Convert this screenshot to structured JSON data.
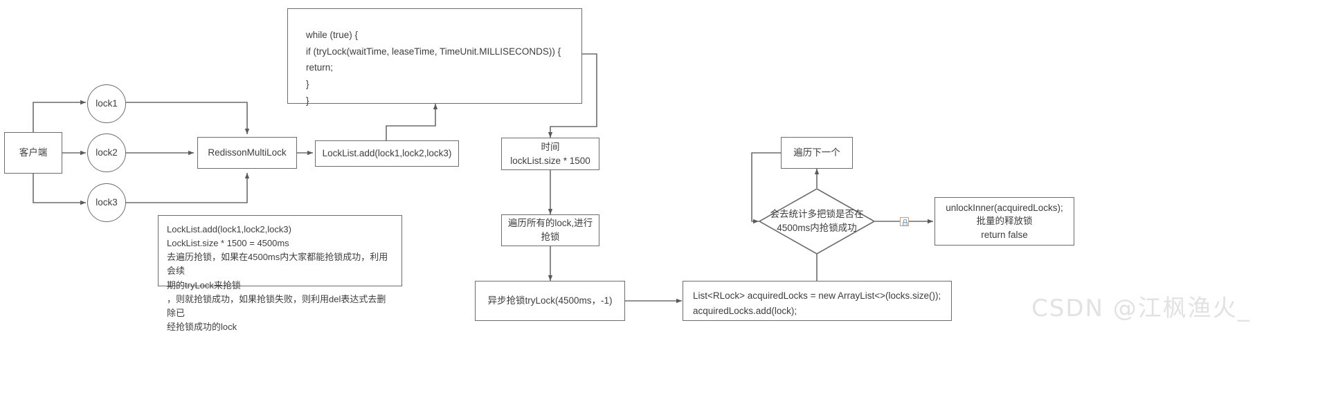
{
  "diagram": {
    "title": "Redisson MultiLock tryLock flow",
    "watermark": "CSDN @江枫渔火_",
    "colors": {
      "stroke": "#6b6b6b",
      "text": "#3d3d3d",
      "background": "#ffffff",
      "watermark": "#e2e2e2"
    },
    "nodes": {
      "client": {
        "label": "客户端",
        "shape": "rect"
      },
      "lock1": {
        "label": "lock1",
        "shape": "circle"
      },
      "lock2": {
        "label": "lock2",
        "shape": "circle"
      },
      "lock3": {
        "label": "lock3",
        "shape": "circle"
      },
      "redisson_multilock": {
        "label": "RedissonMultiLock",
        "shape": "rect"
      },
      "locklist_add": {
        "label": "LockList.add(lock1,lock2,lock3)",
        "shape": "rect"
      },
      "code_while": {
        "shape": "rect",
        "lines": [
          "    while (true) {",
          "    if (tryLock(waitTime, leaseTime, TimeUnit.MILLISECONDS)) {",
          "            return;",
          "        }",
          "}"
        ],
        "text": "    while (true) {\n    if (tryLock(waitTime, leaseTime, TimeUnit.MILLISECONDS)) {\n            return;\n        }\n}"
      },
      "note_locklist": {
        "shape": "rect",
        "lines": [
          "LockList.add(lock1,lock2,lock3)",
          "LockList.size * 1500 = 4500ms",
          "去遍历抢锁，如果在4500ms内大家都能抢锁成功，利用会续",
          "期的tryLock来抢锁",
          "，则就抢锁成功，如果抢锁失败，则利用del表达式去删除已",
          "经抢锁成功的lock"
        ],
        "text": "LockList.add(lock1,lock2,lock3)\nLockList.size * 1500 = 4500ms\n去遍历抢锁，如果在4500ms内大家都能抢锁成功，利用会续\n期的tryLock来抢锁\n，则就抢锁成功，如果抢锁失败，则利用del表达式去删除已\n经抢锁成功的lock"
      },
      "time_calc": {
        "label": "时间\nlockList.size * 1500",
        "shape": "rect"
      },
      "traverse_locks": {
        "label": "遍历所有的lock,进行\n抢锁",
        "shape": "rect"
      },
      "async_trylock": {
        "label": "异步抢锁tryLock(4500ms，-1)",
        "shape": "rect"
      },
      "acquired_locks_code": {
        "label": "List<RLock> acquiredLocks = new ArrayList<>(locks.size());\n  acquiredLocks.add(lock);",
        "shape": "rect"
      },
      "decision": {
        "label": "会去统计多把锁是否在\n4500ms内抢锁成功",
        "shape": "diamond"
      },
      "next_iteration": {
        "label": "遍历下一个",
        "shape": "rect"
      },
      "unlock_inner": {
        "label": "unlockInner(acquiredLocks);\n批量的释放锁\nreturn false",
        "shape": "rect"
      }
    }
  }
}
